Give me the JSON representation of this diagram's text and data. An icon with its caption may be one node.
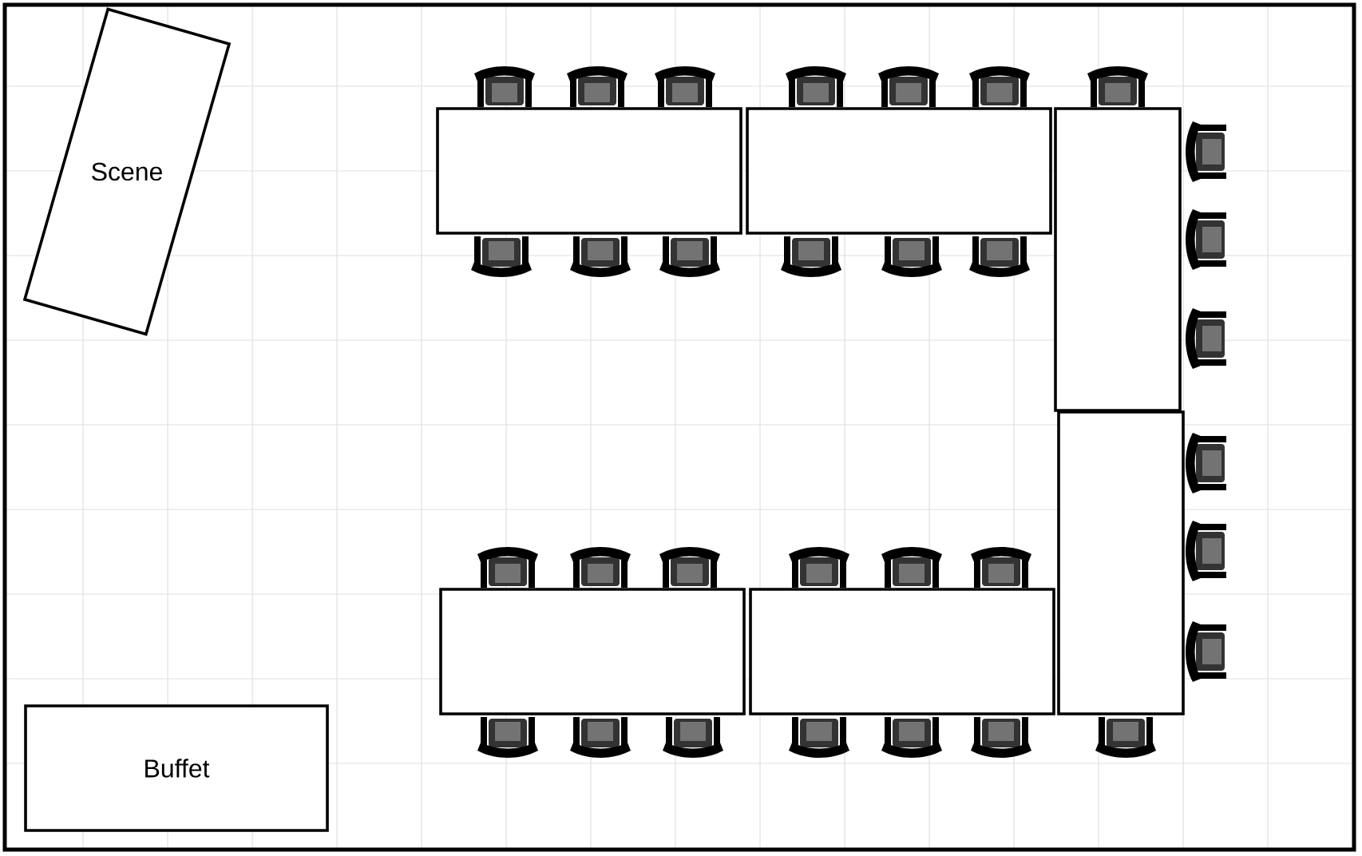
{
  "diagram": {
    "nodes": [
      {
        "text": [
          "Scene"
        ]
      },
      {
        "text": [],
        "shape": "box"
      },
      {
        "text": [],
        "shape": "box"
      },
      {
        "text": [],
        "shape": "box"
      },
      {
        "text": [],
        "shape": "box"
      },
      {
        "text": [],
        "shape": "box"
      },
      {
        "text": [],
        "shape": "box"
      },
      {
        "text": [
          "Buffet"
        ]
      }
    ]
  }
}
